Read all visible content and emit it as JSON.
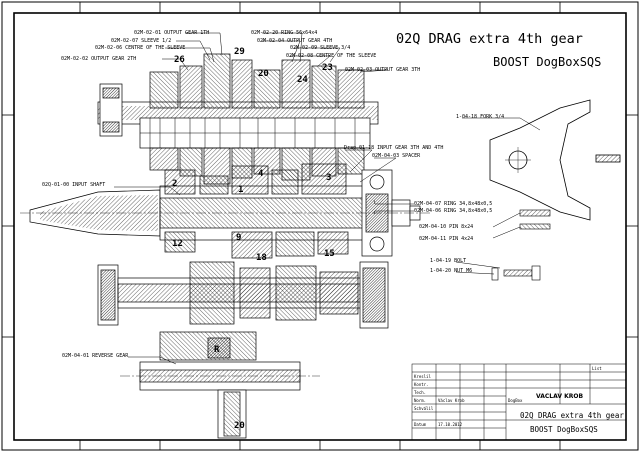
{
  "title": {
    "main": "02Q DRAG extra 4th gear",
    "sub": "BOOST DogBoxSQS"
  },
  "labels": {
    "output_gear_1th": "02M-02-01 OUTPUT GEAR 1TH",
    "ring_56": "02M-02-20 RING 56x64x4",
    "sleeve_12": "02M-02-07 SLEEVE 1/2",
    "output_gear_4th": "02M-02-04 OUTPUT GEAR 4TH",
    "centre_sleeve_a": "02M-02-06 CENTRE OF THE SLEEVE",
    "sleeve_34": "02M-02-09 SLEEVE 3/4",
    "centre_sleeve_b": "02M-02-08 CENTRE OF THE SLEEVE",
    "output_gear_2th": "02M-02-02 OUTPUT GEAR 2TH",
    "output_gear_3th": "02M-02-03 OUTPUT GEAR 3TH",
    "fork_34": "1-04-18 FORK 3/4",
    "input_gear": "Drag-01-18 INPUT GEAR 3TH AND 4TH",
    "spacer": "02M-04-03 SPACER",
    "input_shaft": "02Q-01-00 INPUT SHAFT",
    "ring_34_a": "02M-04-07 RING 34,8x48x0,5",
    "ring_34_b": "02M-04-06 RING 34,8x48x0,5",
    "pin_8x24": "02M-04-10 PIN 8x24",
    "pin_4x24": "02M-04-11 PIN 4x24",
    "bolt": "1-04-19 BOLT",
    "nut": "1-04-20 NUT M6",
    "reverse_gear": "02M-04-01 REVERSE GEAR"
  },
  "callouts": [
    "26",
    "29",
    "20",
    "23",
    "24",
    "2",
    "1",
    "4",
    "3",
    "12",
    "9",
    "18",
    "15",
    "R",
    "20"
  ],
  "title_block": {
    "company": "VACLAV KROB",
    "drawing_title": "02Q DRAG extra 4th gear",
    "drawing_sub": "BOOST DogBoxSQS",
    "author": "Václav Krob",
    "date": "17.10.2012",
    "material": "DogBox",
    "sheet_label": "List",
    "rows": [
      "Kreslil",
      "Kontr.",
      "Tech.",
      "Norm.",
      "Schválil",
      "Datum"
    ]
  },
  "colors": {
    "line": "#000000",
    "background": "#ffffff"
  }
}
